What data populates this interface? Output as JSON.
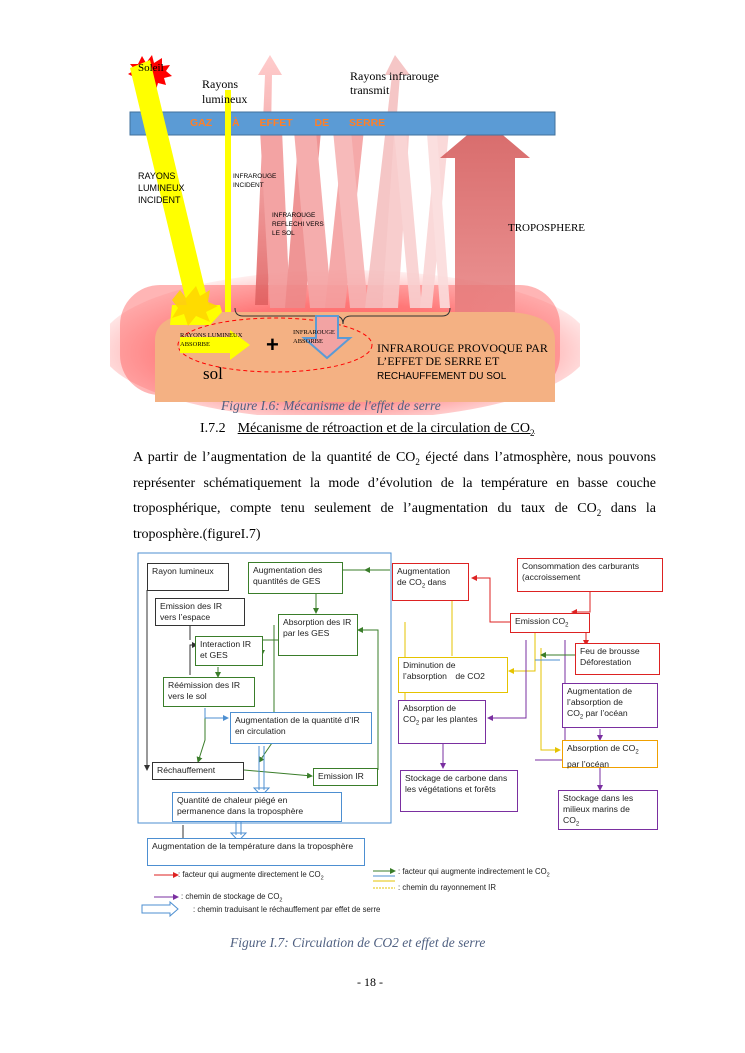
{
  "figure6": {
    "soleil": "Soleil",
    "rayons_lumineux": "Rayons lumineux",
    "rayons_ir_transmit": "Rayons infrarouge transmit",
    "band_words": [
      "GAZ",
      "À",
      "EFFET",
      "DE",
      "SERRE"
    ],
    "rayons_incident": "RAYONS LUMINEUX INCIDENT",
    "ir_incident": "INFRAROUGE INCIDENT",
    "ir_reflechi": "INFRAROUGE REFLECHI VERS LE SOL",
    "troposphere": "TROPOSPHERE",
    "rayons_absorbe": "RAYONS LUMINEUX ABSORBE",
    "ir_absorbe": "INFRAROUGE ABSORBE",
    "plus": "+",
    "ir_provoque_line1": "INFRAROUGE PROVOQUE PAR",
    "ir_provoque_line2": "L’EFFET DE SERRE ET",
    "rechauffement_sol": "RECHAUFFEMENT DU SOL",
    "sol": "sol",
    "caption": "Figure I.6: Mécanisme de l'effet de serre"
  },
  "section": {
    "number": "I.7.2",
    "title": "Mécanisme de rétroaction et de la circulation de CO",
    "title_sub": "2"
  },
  "paragraph": {
    "line1_a": "A partir de l’augmentation de la quantité de CO",
    "line1_sub": "2",
    "line1_b": " éjecté dans l’atmosphère, nous pouvons",
    "line2": "représenter schématiquement la mode d’évolution de la température en basse couche",
    "line3_a": "troposphérique, compte tenu seulement de l’augmentation du taux de CO",
    "line3_sub": "2",
    "line3_b": " dans la",
    "line4": "troposphère.(figureI.7)"
  },
  "figure7": {
    "rayon_lumineux": "Rayon lumineux",
    "augm_ges": "Augmentation des quantités de GES",
    "emission_ir_espace": "Emission des IR vers l’espace",
    "absorption_ir_ges": "Absorption des IR par les GES",
    "interaction": "Interaction IR et GES",
    "reemission": "Réémission des IR vers le sol",
    "augm_ir_circulation": "Augmentation de la quantité d’IR en circulation",
    "rechauffement": "Réchauffement",
    "emission_ir": "Emission IR",
    "chaleur_piegee": "Quantité de chaleur piégé en permanence dans la troposphère",
    "augm_temp": "Augmentation de la température dans la troposphère",
    "augm_co2_a": "Augmentation",
    "augm_co2_b": "de CO",
    "augm_co2_sub": "2",
    "augm_co2_c": " dans",
    "consommation": "Consommation des carburants (accroissement",
    "emission_co2": "Emission CO",
    "emission_co2_sub": "2",
    "diminution_a": "Diminution de",
    "diminution_b": "l’absorption",
    "diminution_c": "de CO2",
    "feu": "Feu de brousse",
    "deforestation": "Déforestation",
    "absorption_plantes_a": "Absorption de",
    "absorption_plantes_b": "CO",
    "absorption_plantes_sub": "2",
    "absorption_plantes_c": " par les plantes",
    "augm_abs_ocean_a": "Augmentation de l’absorption de",
    "augm_abs_ocean_b": "CO",
    "augm_abs_ocean_sub": "2",
    "augm_abs_ocean_c": " par l’océan",
    "absorption_ocean_a": "Absorption de CO",
    "absorption_ocean_sub": "2",
    "absorption_ocean_b": "par l’océan",
    "stockage_carbone": "Stockage de carbone dans les végétations et forêts",
    "stockage_marins_a": "Stockage dans les milieux marins de",
    "stockage_marins_b": "CO",
    "stockage_marins_sub": "2",
    "legend_red": ": facteur qui augmente directement le CO",
    "legend_red_sub": "2",
    "legend_green": ": facteur qui augmente indirectement le CO",
    "legend_green_sub": "2",
    "legend_purple": ": chemin de stockage de CO",
    "legend_purple_sub": "2",
    "legend_yellow": ": chemin du rayonnement IR",
    "legend_blue": ": chemin traduisant le réchauffement par effet de serre",
    "caption": "Figure I.7: Circulation de CO2 et effet de serre"
  },
  "page_number": "- 18 -",
  "colors": {
    "caption": "#4f6081",
    "band": "#5b9bd5",
    "band_text": "#ff7f27",
    "sun": "#ff0000",
    "ray": "#ffff00",
    "sol": "#f4b183"
  }
}
